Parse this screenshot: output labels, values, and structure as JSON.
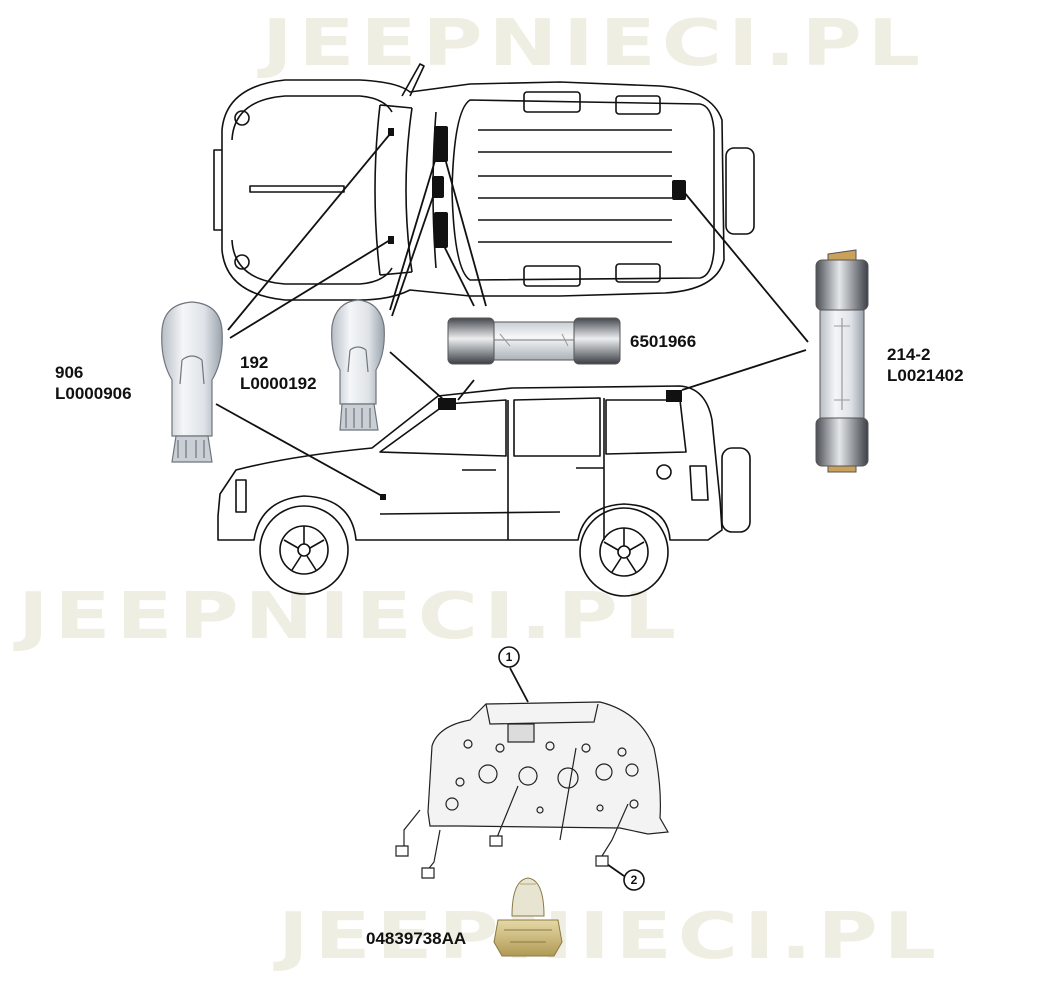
{
  "watermark": "JEEPNIECI.PL",
  "parts": {
    "bulb_906": {
      "code": "906",
      "part_number": "L0000906"
    },
    "bulb_192": {
      "code": "192",
      "part_number": "L0000192"
    },
    "festoon_6501966": {
      "part_number": "6501966"
    },
    "festoon_214_2": {
      "code": "214-2",
      "part_number": "L0021402"
    },
    "cluster_bulb": {
      "part_number": "04839738AA"
    }
  },
  "callouts": {
    "one": "1",
    "two": "2"
  },
  "colors": {
    "line": "#111111",
    "watermark": "#efeee2",
    "glass": "#d9dde2",
    "socket": "#cdb97a"
  }
}
